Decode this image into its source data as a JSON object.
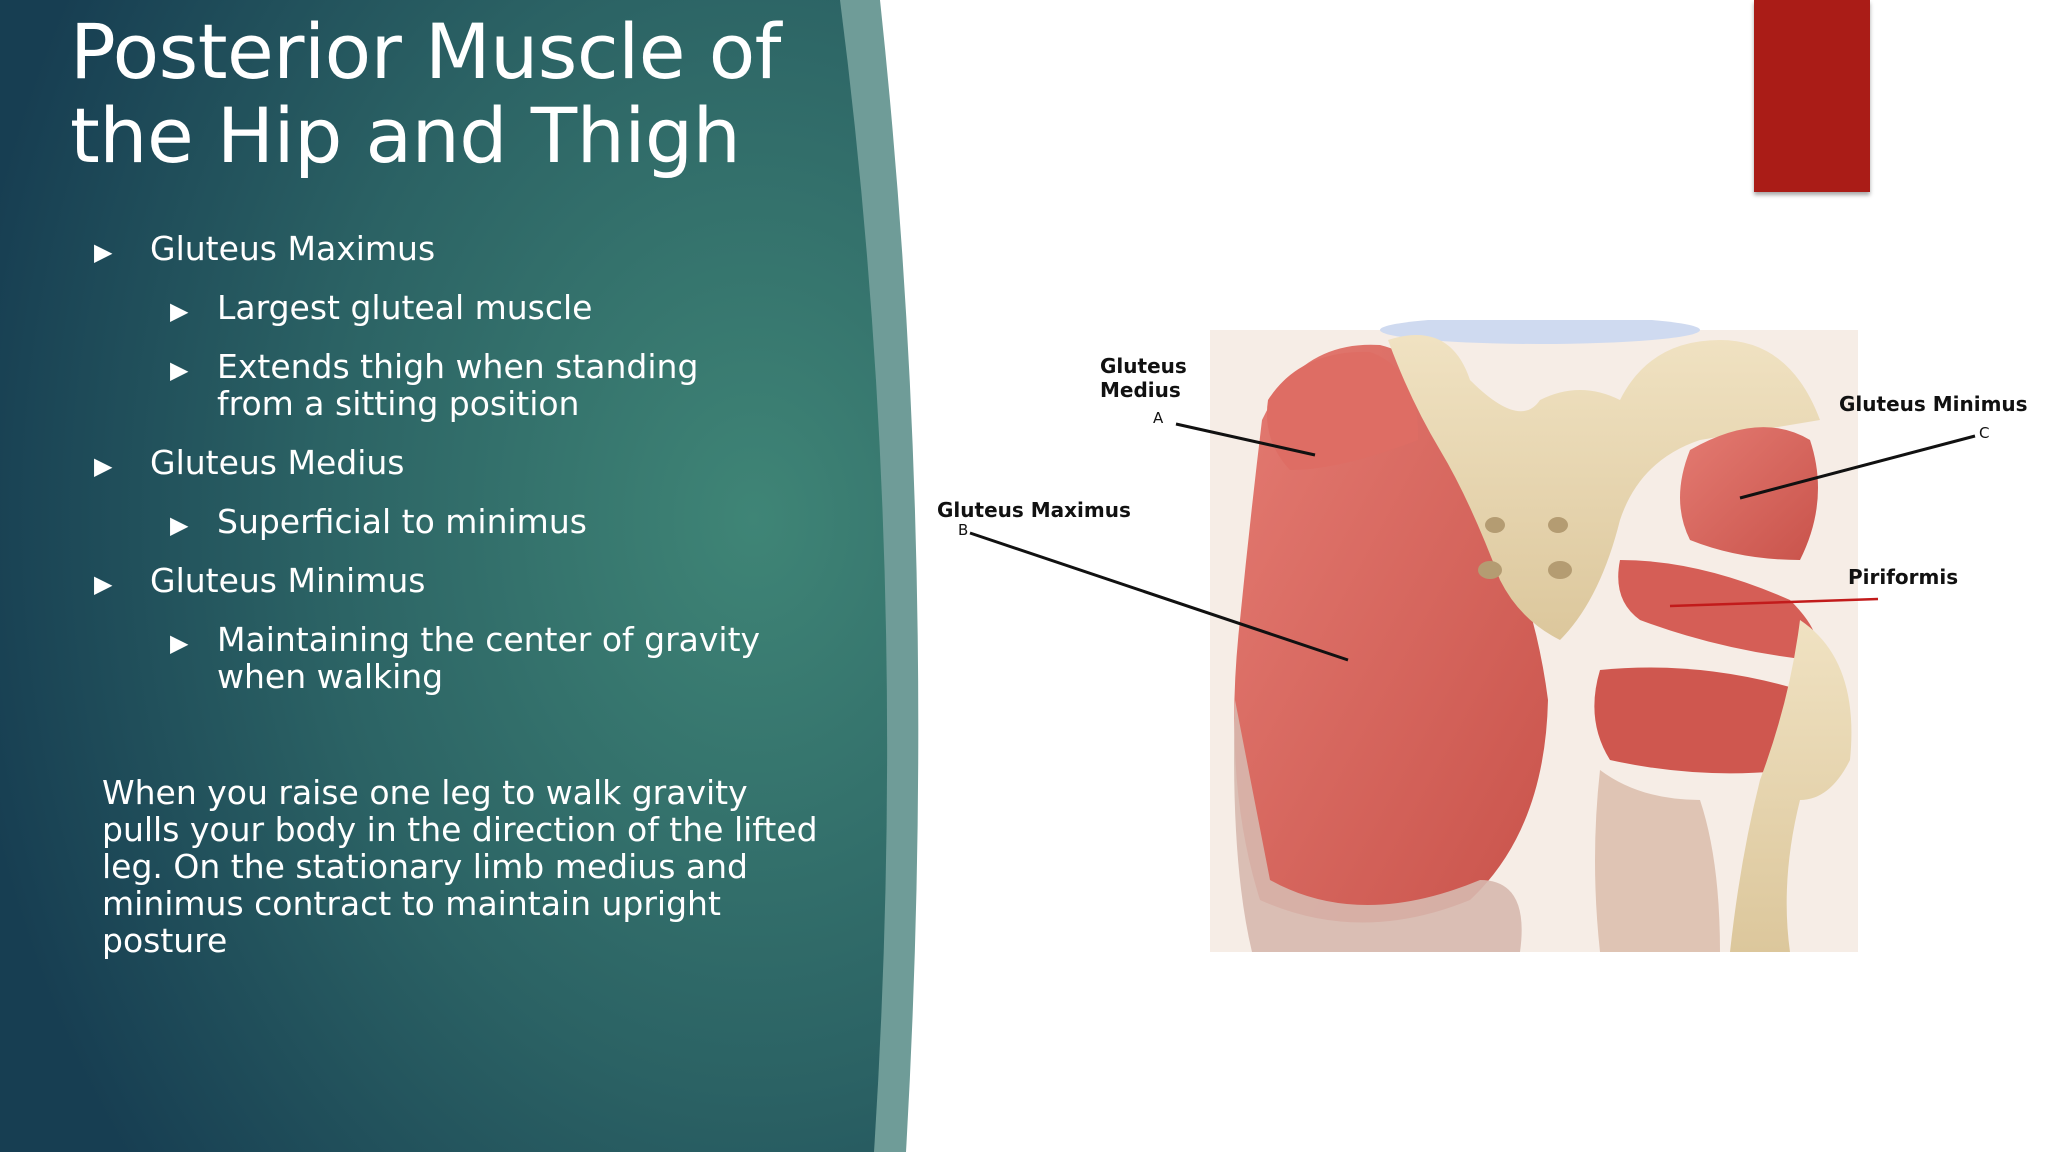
{
  "slide": {
    "title_line1": "Posterior Muscle of",
    "title_line2": "the Hip and Thigh",
    "bullets": [
      {
        "text": "Gluteus Maximus"
      },
      {
        "text": "Largest gluteal muscle"
      },
      {
        "text": "Extends thigh when standing from a sitting position"
      },
      {
        "text": "Gluteus Medius"
      },
      {
        "text": "Superficial to minimus"
      },
      {
        "text": "Gluteus Minimus"
      },
      {
        "text": "Maintaining the center of gravity when walking"
      }
    ],
    "note": "When you raise one leg to walk gravity pulls your body in the direction of the lifted leg. On the stationary limb medius and minimus contract to maintain upright posture",
    "bullet_glyph": "▶"
  },
  "figure": {
    "labels": {
      "gluteus_medius_line1": "Gluteus",
      "gluteus_medius_line2": "Medius",
      "gluteus_medius_letter": "A",
      "gluteus_maximus": "Gluteus Maximus",
      "gluteus_maximus_letter": "B",
      "gluteus_minimus": "Gluteus Minimus",
      "gluteus_minimus_letter": "C",
      "piriformis": "Piriformis"
    }
  },
  "colors": {
    "panel_dark": "#1b4656",
    "panel_mid": "#3d7f73",
    "accent_red": "#aa1c17",
    "muscle": "#d9645c",
    "bone": "#e8d8b4"
  }
}
